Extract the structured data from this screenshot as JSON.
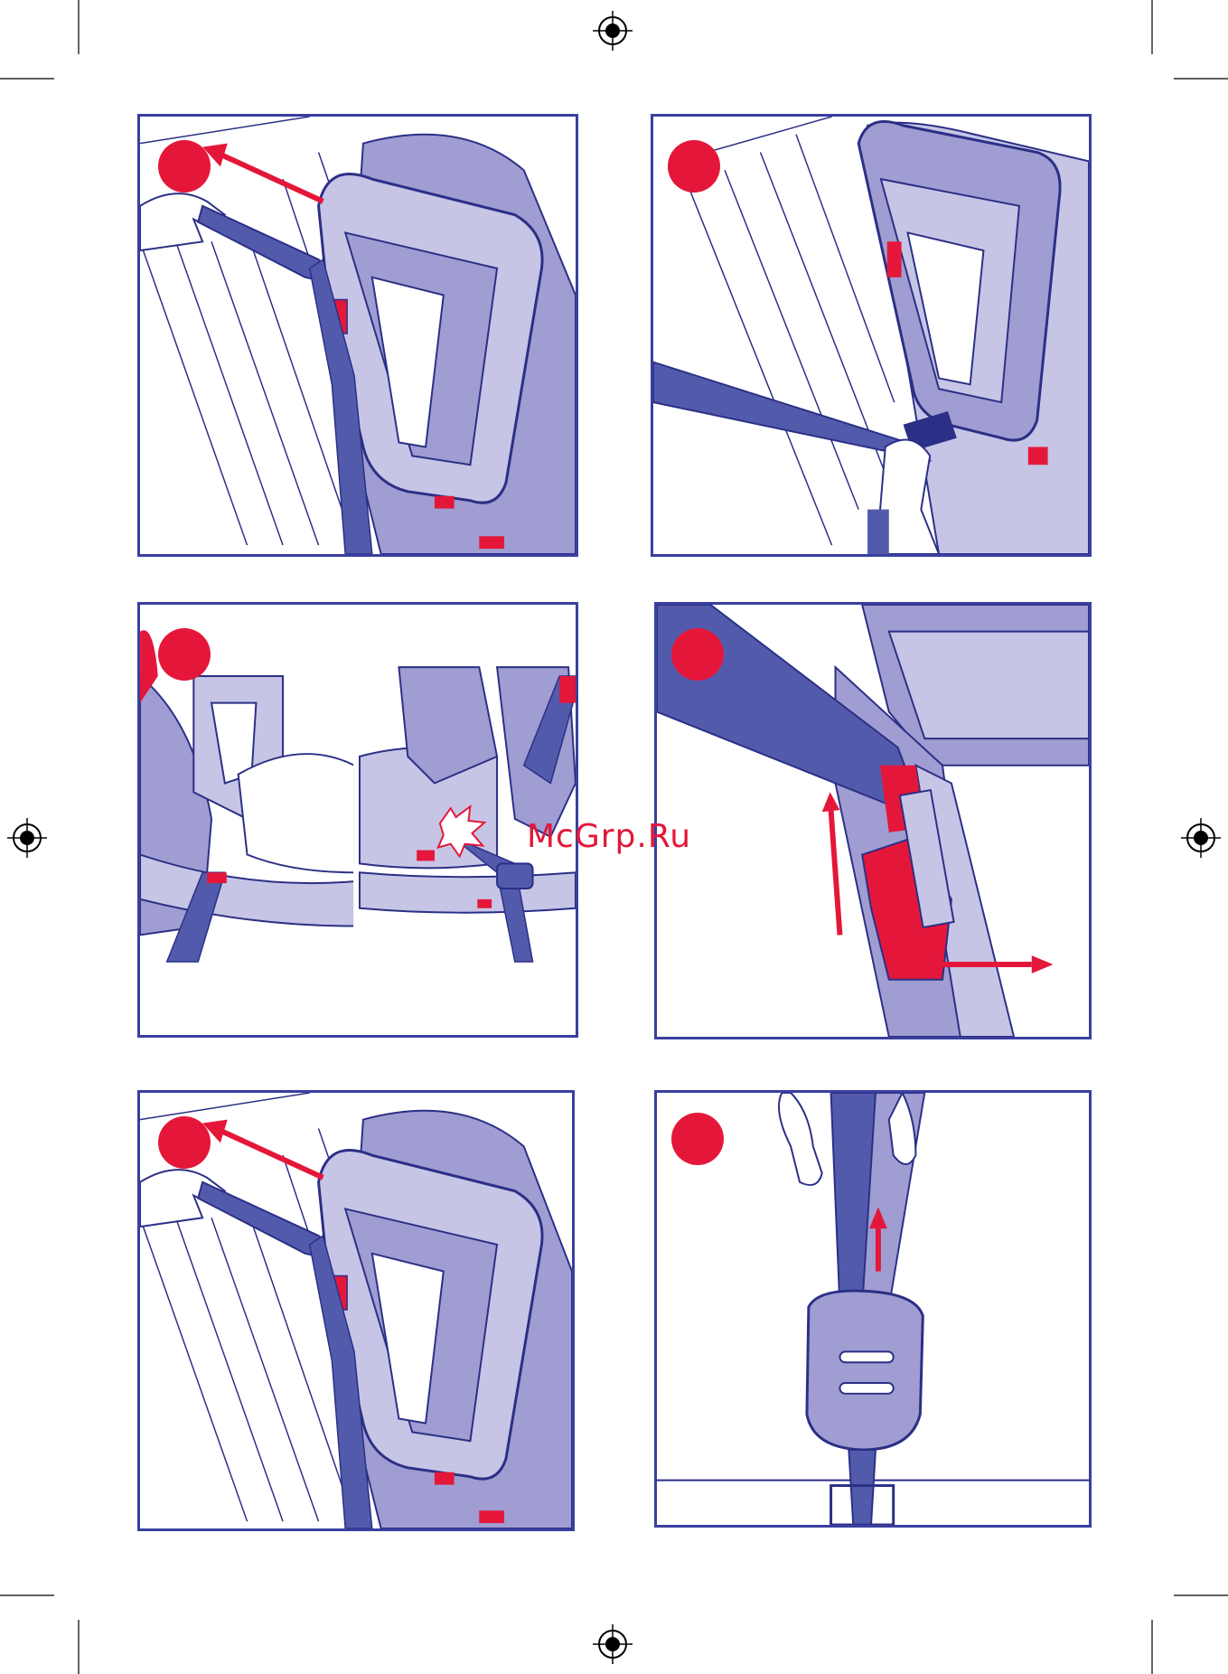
{
  "page": {
    "watermark": "McGrp.Ru"
  },
  "colors": {
    "frame": "#3a3fa0",
    "belt": "#525bab",
    "seat_light": "#c6c5e5",
    "seat_mid": "#9f9dd1",
    "accent_red": "#e4173a",
    "outline": "#2b2f86"
  },
  "panels": [
    {
      "id": "panel-1",
      "icon": "step-dot",
      "scene": "pull-belt-left"
    },
    {
      "id": "panel-2",
      "icon": "step-dot",
      "scene": "hand-at-buckle"
    },
    {
      "id": "panel-3",
      "icon": "step-dot",
      "scene": "belt-routing-both-sides"
    },
    {
      "id": "panel-4",
      "icon": "step-dot",
      "scene": "belt-guide-release"
    },
    {
      "id": "panel-5",
      "icon": "step-dot",
      "scene": "pull-belt-left"
    },
    {
      "id": "panel-6",
      "icon": "step-dot",
      "scene": "tension-adjust-buckle"
    }
  ]
}
